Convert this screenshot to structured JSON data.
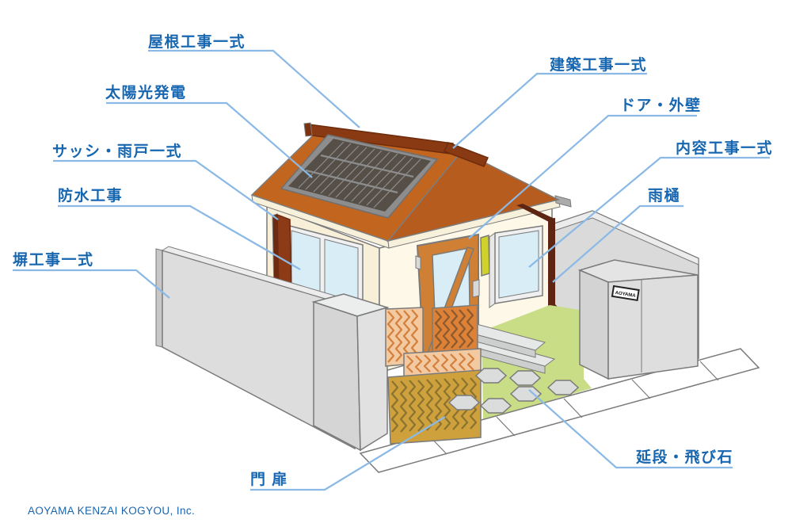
{
  "diagram": {
    "footer": "AOYAMA  KENZAI KOGYOU, Inc.",
    "nameplate": "AOYAMA",
    "labels": {
      "roof": "屋根工事一式",
      "solar": "太陽光発電",
      "sash_shutter": "サッシ・雨戸一式",
      "waterproof": "防水工事",
      "fence": "塀工事一式",
      "building": "建築工事一式",
      "door_wall": "ドア・外壁",
      "interior": "内容工事一式",
      "rain_gutter": "雨樋",
      "stepping_stones": "延段・飛び石",
      "gate": "門 扉"
    },
    "colors": {
      "label_text": "#1766b0",
      "leader_line": "#8ab9e6",
      "roof": "#c2661f",
      "roof_front": "#b65c1e",
      "roof_ridge": "#8a3a12",
      "solar_panel": "#564f48",
      "wall_front": "#fdf8e7",
      "wall_side": "#f7efd7",
      "window_glass": "#d8edf5",
      "door": "#d08034",
      "shutter_case": "#8d3b17",
      "fence": "#dcdddc",
      "lawn": "#c8dd85",
      "gate_wood": "#cfa13d",
      "deck_wood": "#f2c9a0",
      "downspout": "#5f2513",
      "accent_yellow": "#d0d22c"
    }
  }
}
